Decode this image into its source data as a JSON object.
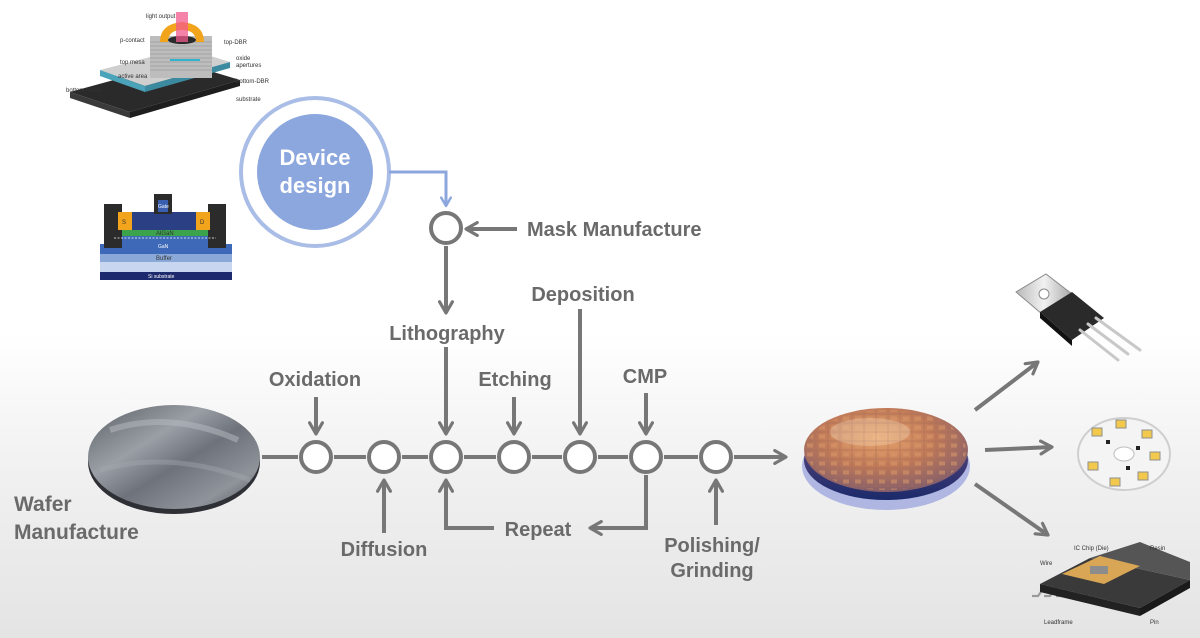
{
  "device_design": {
    "line1": "Device",
    "line2": "design"
  },
  "steps": {
    "mask_manufacture": "Mask Manufacture",
    "lithography": "Lithography",
    "deposition": "Deposition",
    "oxidation": "Oxidation",
    "etching": "Etching",
    "cmp": "CMP",
    "diffusion": "Diffusion",
    "repeat": "Repeat",
    "polishing_line1": "Polishing/",
    "polishing_line2": "Grinding",
    "wafer_line1": "Wafer",
    "wafer_line2": "Manufacture"
  },
  "vcsel_labels": {
    "light_output": "light output",
    "p_contact": "p-contact",
    "top_dbr": "top-DBR",
    "top_mesa": "top mesa",
    "active_area": "active area",
    "oxide": "oxide",
    "apertures": "apertures",
    "bottom_mesa": "bottom mesa",
    "bottom_dbr": "bottom-DBR",
    "substrate": "substrate"
  },
  "hemt_labels": {
    "gate": "Gate",
    "s": "S",
    "d": "D",
    "algan": "AlGaN",
    "gan": "GaN",
    "buffer": "Buffer",
    "si_substrate": "Si substrate"
  },
  "chip_labels": {
    "ic": "IC Chip (Die)",
    "wire": "Wire",
    "resin": "Resin",
    "leadframe": "Leadframe",
    "pin": "Pin"
  },
  "colors": {
    "flow": "#777777",
    "device_fill": "#8ca6de",
    "device_ring": "#a9bde6"
  }
}
